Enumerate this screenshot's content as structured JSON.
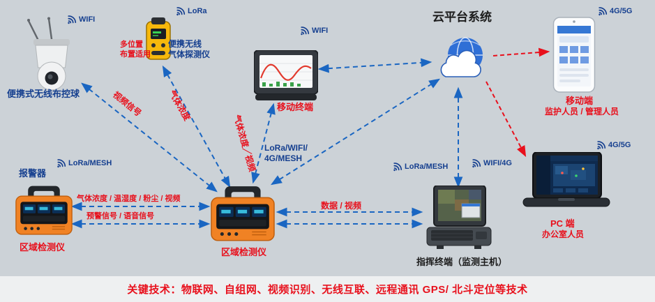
{
  "colors": {
    "background": "#ccd2d7",
    "footer_bar": "#eef0f1",
    "arrow_blue": "#1a66c2",
    "arrow_red": "#e8101c",
    "label_navy": "#153f8f",
    "label_red": "#e8101c",
    "device_orange": "#f08224",
    "cloud_blue": "#2f6fd6"
  },
  "cloud": {
    "title": "云平台系统"
  },
  "devices": {
    "camera": {
      "label": "便携式无线布控球",
      "conn": "WIFI"
    },
    "gas_detector": {
      "label_line1": "便携无线",
      "label_line2": "气体探测仪",
      "note_line1": "多位置",
      "note_line2": "布置适用",
      "conn": "LoRa"
    },
    "tablet": {
      "label": "移动终端",
      "conn": "WIFI"
    },
    "phone": {
      "label": "移动端",
      "sub": "监护人员 / 管理人员",
      "conn": "4G/5G"
    },
    "alarm": {
      "label": "报警器",
      "conn": "LoRa/MESH"
    },
    "left_detector": {
      "label": "区域检测仪"
    },
    "center_detector": {
      "label": "区域检测仪"
    },
    "command_terminal": {
      "label": "指挥终端（监测主机）",
      "conn_left": "LoRa/MESH",
      "conn_right": "WIFI/4G"
    },
    "pc": {
      "label": "PC 端",
      "sub": "办公室人员",
      "conn": "4G/5G"
    }
  },
  "links": {
    "video_signal": "视频信号",
    "gas_concentration": "气体浓度",
    "gas_video": "气体浓度／视频",
    "uplink_line1": "LoRa/WIFI/",
    "uplink_line2": "4G/MESH",
    "sensor_data": "气体浓度 / 温湿度 / 粉尘 / 视频",
    "warning": "预警信号 / 语音信号",
    "data_video": "数据 / 视频"
  },
  "icons": {
    "signal": "wifi-signal-icon"
  },
  "footer": {
    "text": "关键技术：物联网、自组网、视频识别、无线互联、远程通讯 GPS/ 北斗定位等技术"
  }
}
